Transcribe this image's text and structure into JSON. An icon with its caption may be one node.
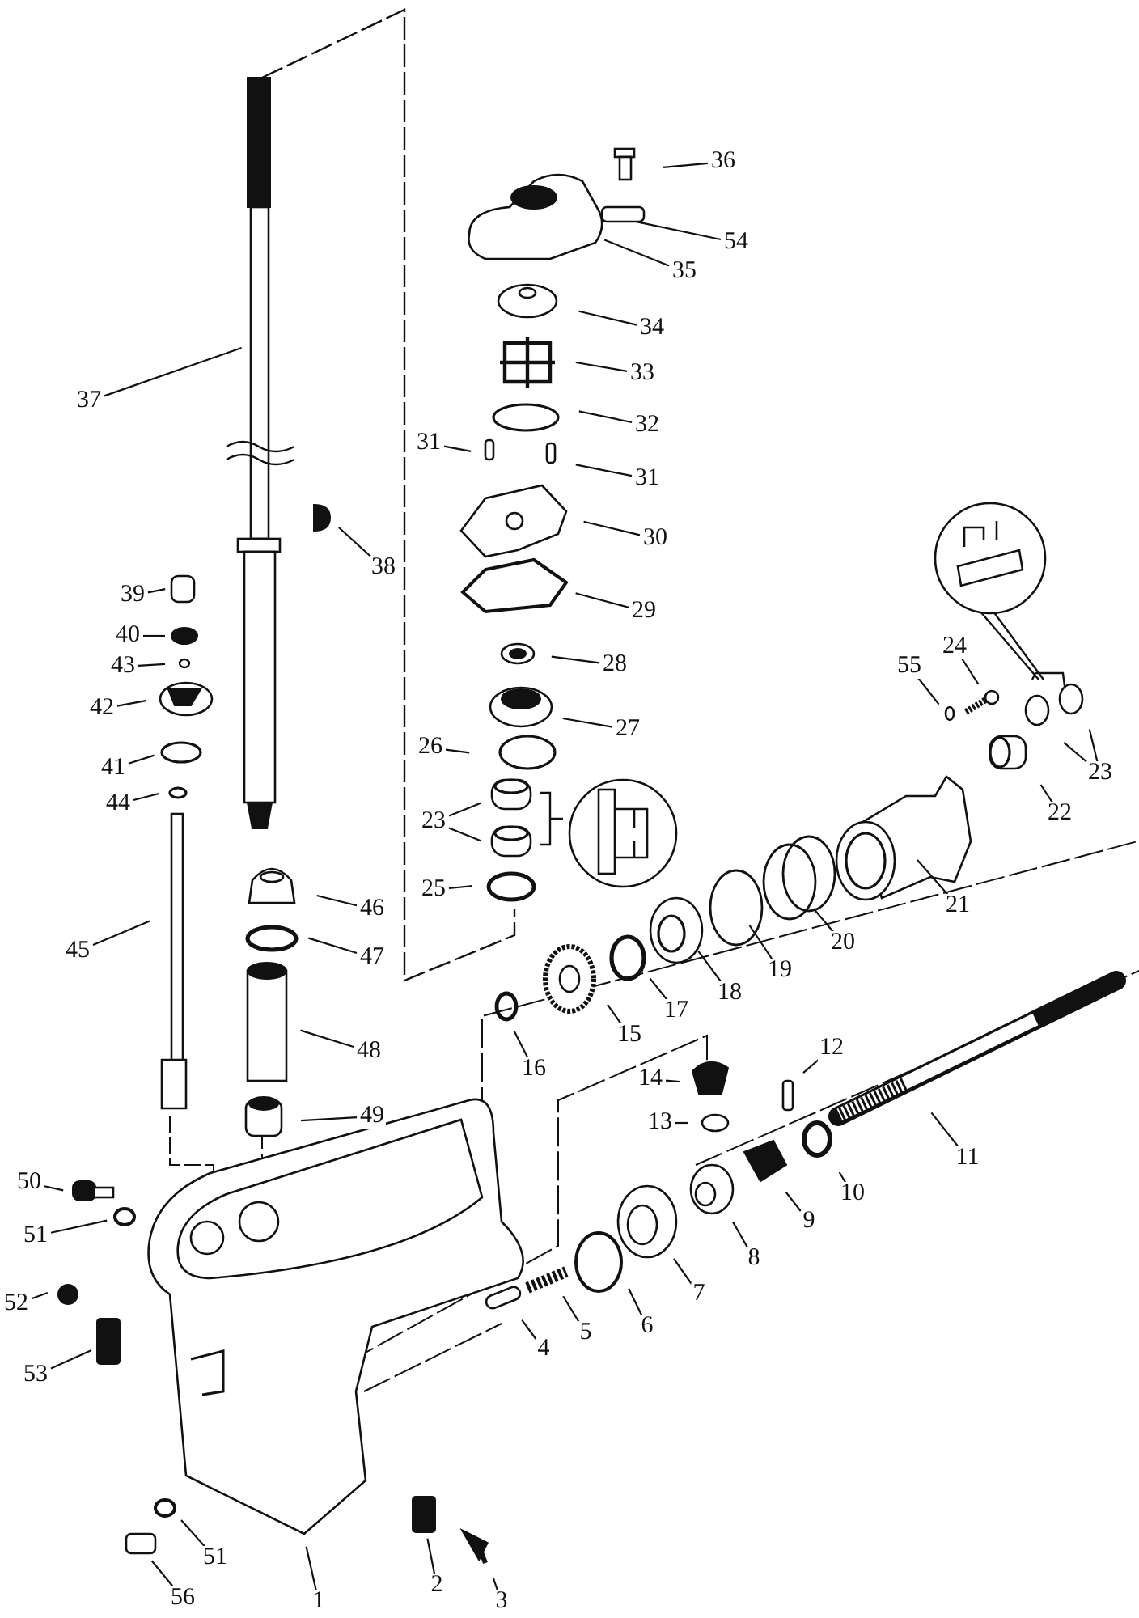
{
  "diagram": {
    "nodes": [
      {
        "text": [
          "36"
        ]
      },
      {
        "text": [
          "54"
        ]
      },
      {
        "text": [
          "35"
        ]
      },
      {
        "text": [
          "37"
        ]
      },
      {
        "text": [
          "34"
        ]
      },
      {
        "text": [
          "33"
        ]
      },
      {
        "text": [
          "32"
        ]
      },
      {
        "text": [
          "31"
        ]
      },
      {
        "text": [
          "31"
        ]
      },
      {
        "text": [
          "30"
        ]
      },
      {
        "text": [
          "38"
        ]
      },
      {
        "text": [
          "39"
        ]
      },
      {
        "text": [
          "29"
        ]
      },
      {
        "text": [
          "40"
        ]
      },
      {
        "text": [
          "24"
        ]
      },
      {
        "text": [
          "43"
        ]
      },
      {
        "text": [
          "28"
        ]
      },
      {
        "text": [
          "55"
        ]
      },
      {
        "text": [
          "42"
        ]
      },
      {
        "text": [
          "27"
        ]
      },
      {
        "text": [
          "26"
        ]
      },
      {
        "text": [
          "41"
        ]
      },
      {
        "text": [
          "23"
        ]
      },
      {
        "text": [
          "44"
        ]
      },
      {
        "text": [
          "22"
        ]
      },
      {
        "text": [
          "23"
        ]
      },
      {
        "text": [
          "25"
        ]
      },
      {
        "text": [
          "21"
        ]
      },
      {
        "text": [
          "46"
        ]
      },
      {
        "text": [
          "20"
        ]
      },
      {
        "text": [
          "45"
        ]
      },
      {
        "text": [
          "47"
        ]
      },
      {
        "text": [
          "19"
        ]
      },
      {
        "text": [
          "18"
        ]
      },
      {
        "text": [
          "17"
        ]
      },
      {
        "text": [
          "15"
        ]
      },
      {
        "text": [
          "48"
        ]
      },
      {
        "text": [
          "12"
        ]
      },
      {
        "text": [
          "16"
        ]
      },
      {
        "text": [
          "14"
        ]
      },
      {
        "text": [
          "13"
        ]
      },
      {
        "text": [
          "49"
        ]
      },
      {
        "text": [
          "11"
        ]
      },
      {
        "text": [
          "50"
        ]
      },
      {
        "text": [
          "10"
        ]
      },
      {
        "text": [
          "9"
        ]
      },
      {
        "text": [
          "51"
        ]
      },
      {
        "text": [
          "8"
        ]
      },
      {
        "text": [
          "7"
        ]
      },
      {
        "text": [
          "52"
        ]
      },
      {
        "text": [
          "6"
        ]
      },
      {
        "text": [
          "5"
        ]
      },
      {
        "text": [
          "4"
        ]
      },
      {
        "text": [
          "53"
        ]
      },
      {
        "text": [
          "51"
        ]
      },
      {
        "text": [
          "2"
        ]
      },
      {
        "text": [
          "1"
        ]
      },
      {
        "text": [
          "3"
        ]
      },
      {
        "text": [
          "56"
        ]
      }
    ],
    "edges": [
      {
        "from": 0,
        "to": null,
        "arrow": "none"
      },
      {
        "from": 1,
        "to": null,
        "arrow": "none"
      },
      {
        "from": 2,
        "to": null,
        "arrow": "none"
      },
      {
        "from": 3,
        "to": null,
        "arrow": "none"
      },
      {
        "from": 4,
        "to": null,
        "arrow": "none"
      },
      {
        "from": 5,
        "to": null,
        "arrow": "none"
      },
      {
        "from": 6,
        "to": null,
        "arrow": "none"
      },
      {
        "from": 7,
        "to": null,
        "arrow": "none"
      },
      {
        "from": 8,
        "to": null,
        "arrow": "none"
      },
      {
        "from": 9,
        "to": null,
        "arrow": "none"
      },
      {
        "from": 10,
        "to": null,
        "arrow": "none"
      },
      {
        "from": 11,
        "to": null,
        "arrow": "none"
      },
      {
        "from": 12,
        "to": null,
        "arrow": "none"
      },
      {
        "from": 13,
        "to": null,
        "arrow": "none"
      },
      {
        "from": 14,
        "to": null,
        "arrow": "none"
      },
      {
        "from": 15,
        "to": null,
        "arrow": "none"
      },
      {
        "from": 16,
        "to": null,
        "arrow": "none"
      },
      {
        "from": 17,
        "to": null,
        "arrow": "none"
      },
      {
        "from": 18,
        "to": null,
        "arrow": "none"
      },
      {
        "from": 19,
        "to": null,
        "arrow": "none"
      },
      {
        "from": 20,
        "to": null,
        "arrow": "none"
      },
      {
        "from": 21,
        "to": null,
        "arrow": "none"
      },
      {
        "from": 22,
        "to": null,
        "arrow": "none"
      },
      {
        "from": 22,
        "to": null,
        "arrow": "none"
      },
      {
        "from": 23,
        "to": null,
        "arrow": "none"
      },
      {
        "from": 24,
        "to": null,
        "arrow": "none"
      },
      {
        "from": 25,
        "to": null,
        "arrow": "none"
      },
      {
        "from": 25,
        "to": null,
        "arrow": "none"
      },
      {
        "from": 26,
        "to": null,
        "arrow": "none"
      },
      {
        "from": 27,
        "to": null,
        "arrow": "none"
      },
      {
        "from": 28,
        "to": null,
        "arrow": "none"
      },
      {
        "from": 29,
        "to": null,
        "arrow": "none"
      },
      {
        "from": 30,
        "to": null,
        "arrow": "none"
      },
      {
        "from": 31,
        "to": null,
        "arrow": "none"
      },
      {
        "from": 32,
        "to": null,
        "arrow": "none"
      },
      {
        "from": 33,
        "to": null,
        "arrow": "none"
      },
      {
        "from": 34,
        "to": null,
        "arrow": "none"
      },
      {
        "from": 35,
        "to": null,
        "arrow": "none"
      },
      {
        "from": 36,
        "to": null,
        "arrow": "none"
      },
      {
        "from": 37,
        "to": null,
        "arrow": "none"
      },
      {
        "from": 38,
        "to": null,
        "arrow": "none"
      },
      {
        "from": 39,
        "to": null,
        "arrow": "none"
      },
      {
        "from": 40,
        "to": null,
        "arrow": "none"
      },
      {
        "from": 41,
        "to": null,
        "arrow": "none"
      },
      {
        "from": 42,
        "to": null,
        "arrow": "none"
      },
      {
        "from": 43,
        "to": null,
        "arrow": "none"
      },
      {
        "from": 44,
        "to": null,
        "arrow": "none"
      },
      {
        "from": 45,
        "to": null,
        "arrow": "none"
      },
      {
        "from": 46,
        "to": null,
        "arrow": "none"
      },
      {
        "from": 47,
        "to": null,
        "arrow": "none"
      },
      {
        "from": 48,
        "to": null,
        "arrow": "none"
      },
      {
        "from": 49,
        "to": null,
        "arrow": "none"
      },
      {
        "from": 50,
        "to": null,
        "arrow": "none"
      },
      {
        "from": 51,
        "to": null,
        "arrow": "none"
      },
      {
        "from": 52,
        "to": null,
        "arrow": "none"
      },
      {
        "from": 53,
        "to": null,
        "arrow": "none"
      },
      {
        "from": 54,
        "to": null,
        "arrow": "none"
      },
      {
        "from": 55,
        "to": null,
        "arrow": "none"
      },
      {
        "from": 56,
        "to": null,
        "arrow": "none"
      },
      {
        "from": 57,
        "to": null,
        "arrow": "none"
      },
      {
        "from": 58,
        "to": null,
        "arrow": "none"
      }
    ]
  }
}
